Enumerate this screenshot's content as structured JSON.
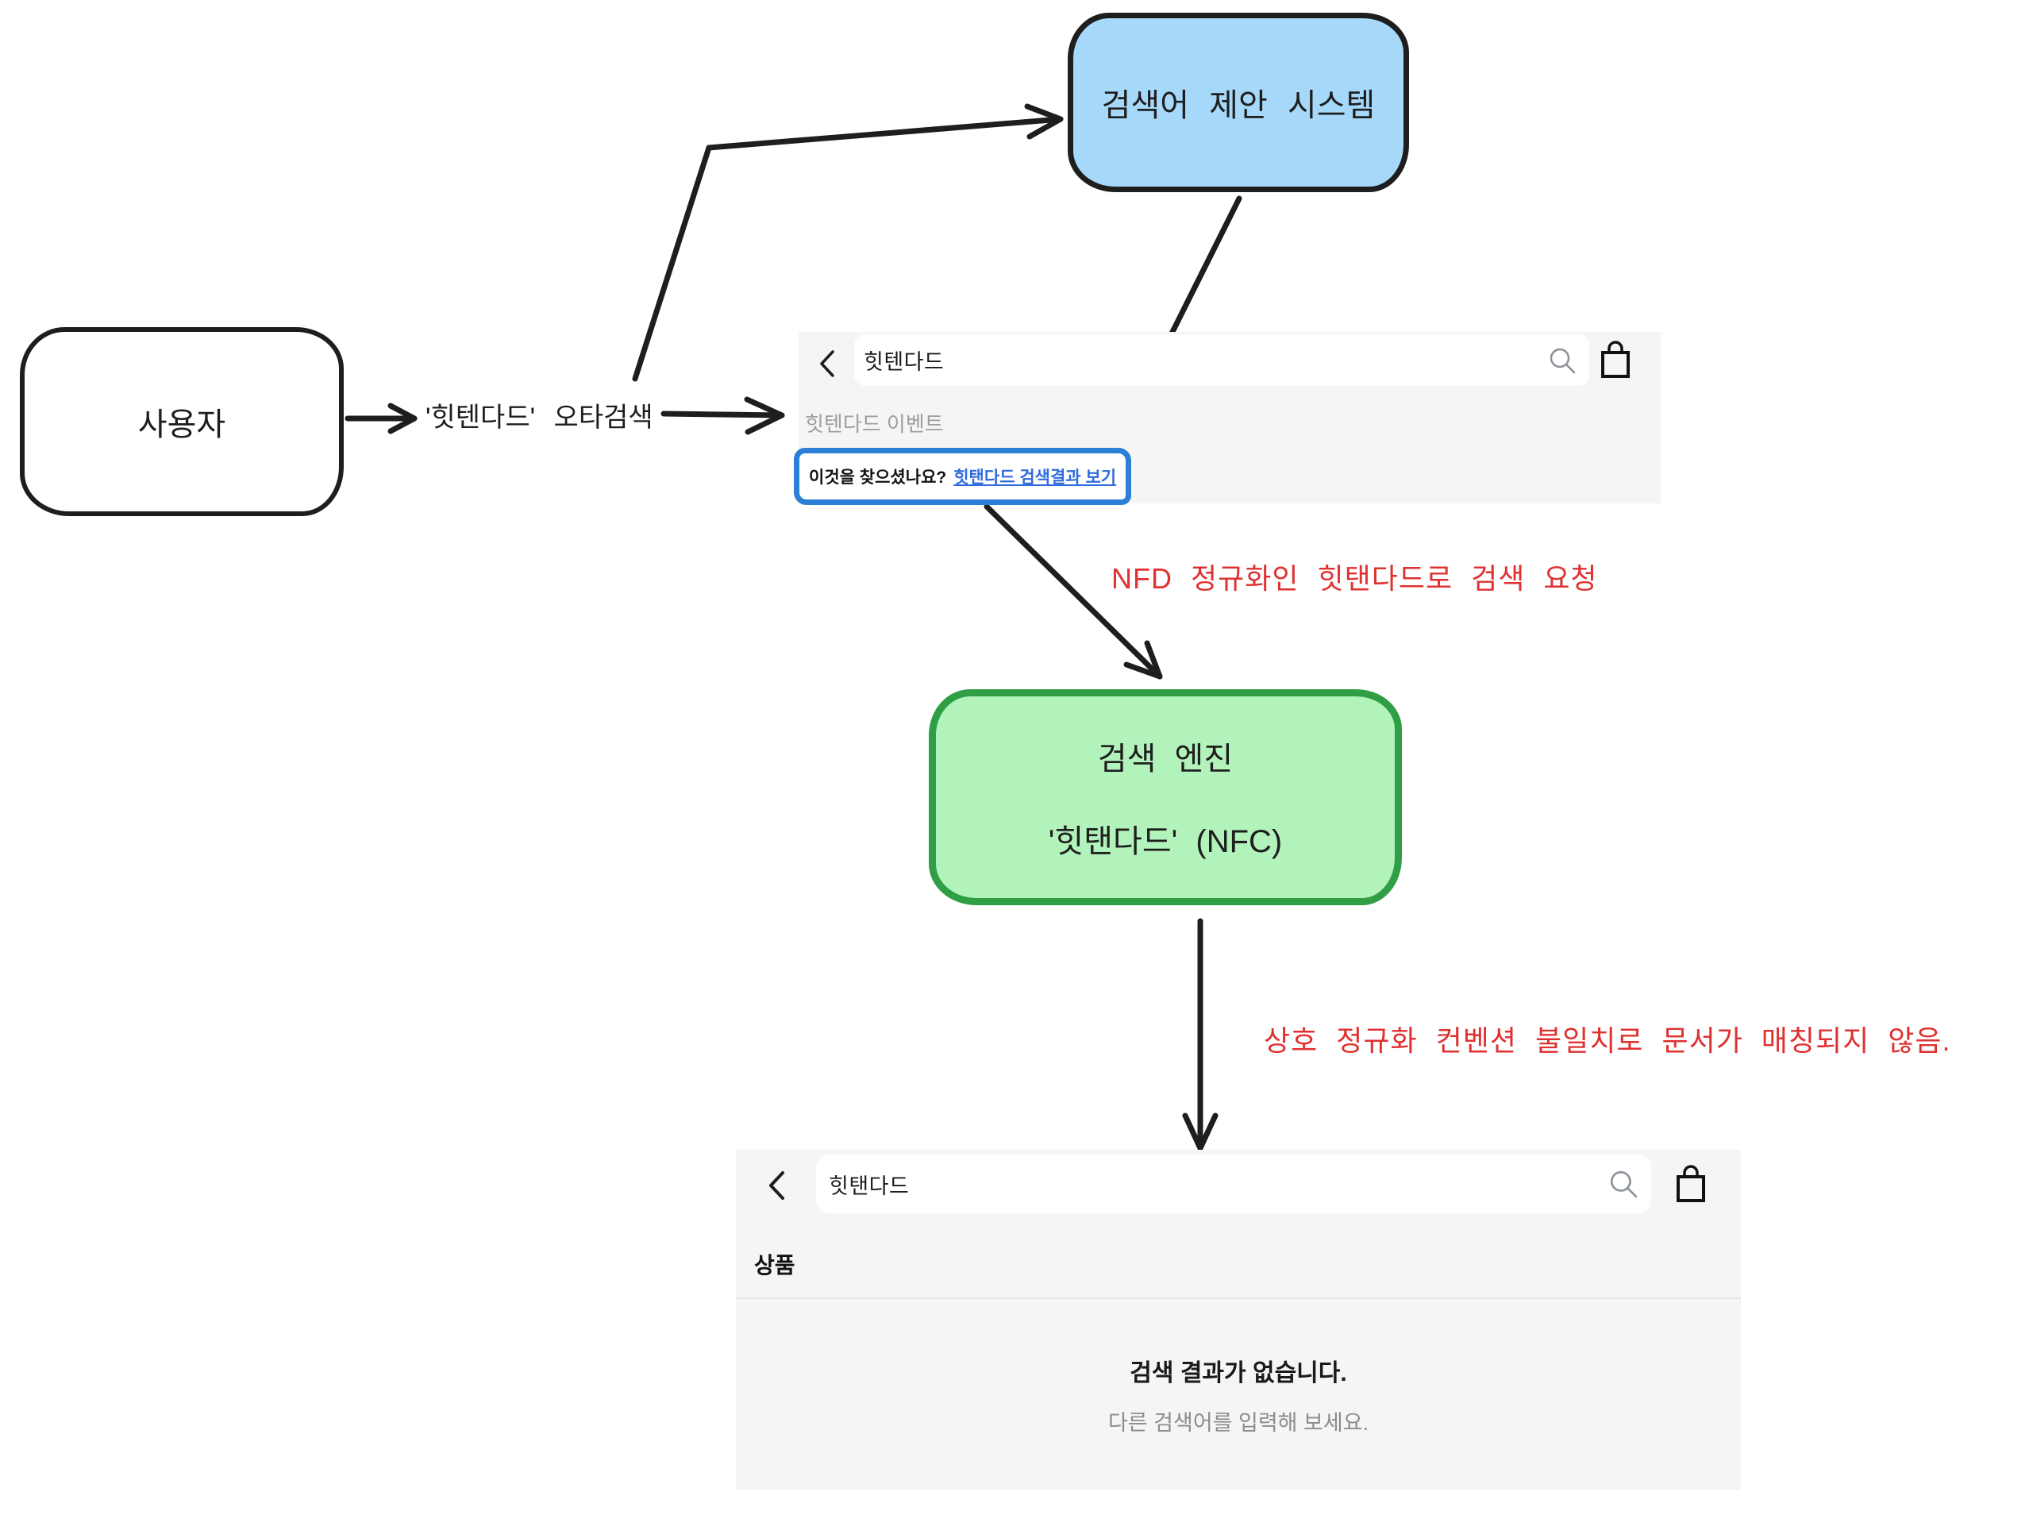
{
  "colors": {
    "ink": "#1e1e1e",
    "red_note": "#e03131",
    "suggestion_fill": "#a6d8f9",
    "engine_fill": "#b2f2bb",
    "engine_stroke": "#2f9e44",
    "highlight_stroke": "#2c7fd6",
    "link_blue": "#2e6bdc",
    "panel_bg": "#f5f5f4",
    "muted_text": "#9e9e9e"
  },
  "diagram": {
    "user_box_label": "사용자",
    "typo_search_label": "'힛텐다드' 오타검색",
    "suggestion_system_label": "검색어 제안 시스템",
    "engine_title": "검색 엔진",
    "engine_query": "'힛탠다드' (NFC)",
    "nfd_note": "NFD 정규화인 힛탠다드로 검색 요청",
    "mismatch_note": "상호 정규화 컨벤션 불일치로 문서가 매칭되지 않음."
  },
  "top_search": {
    "query": "힛텐다드",
    "autocomplete_item": "힛텐다드 이벤트",
    "did_you_mean_prefix": "이것을 찾으셨나요?",
    "did_you_mean_link": "힛탠다드 검색결과 보기"
  },
  "bottom_search": {
    "query": "힛탠다드",
    "section_tab": "상품",
    "empty_title": "검색 결과가 없습니다.",
    "empty_subtitle": "다른 검색어를 입력해 보세요."
  },
  "icons": {
    "back": "back-chevron-icon",
    "search": "magnifier-icon",
    "cart": "shopping-bag-icon"
  }
}
